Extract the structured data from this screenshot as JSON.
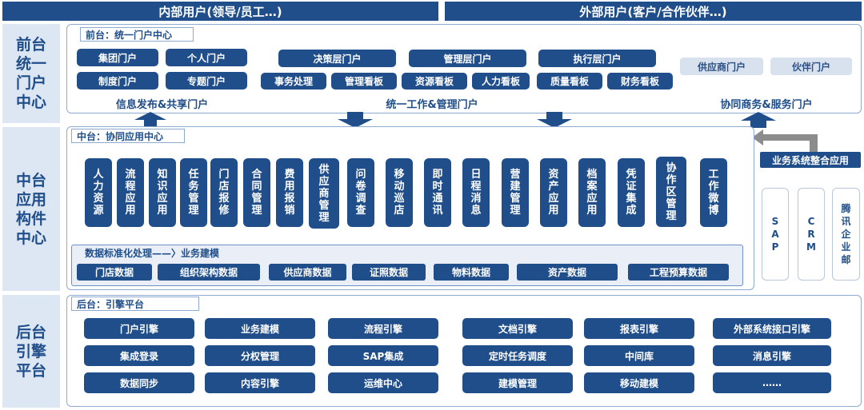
{
  "top": {
    "internal": "内部用户(领导/员工…)",
    "external": "外部用户(客户/合作伙伴…)"
  },
  "front": {
    "side_label": "前台统一门户中心",
    "tag": "前台：统一门户中心",
    "left_buttons": [
      "集团门户",
      "个人门户",
      "制度门户",
      "专题门户"
    ],
    "left_caption": "信息发布&共享门户",
    "mid_top": [
      "决策层门户",
      "管理层门户",
      "执行层门户"
    ],
    "mid_bottom": [
      "事务处理",
      "管理看板",
      "资源看板",
      "人力看板",
      "质量看板",
      "财务看板"
    ],
    "mid_caption": "统一工作&管理门户",
    "right_buttons": [
      "供应商门户",
      "伙伴门户"
    ],
    "right_caption": "协同商务&服务门户"
  },
  "middle": {
    "side_label": "中台应用构件中心",
    "tag": "中台：协同应用中心",
    "apps": [
      "人力资源",
      "流程应用",
      "知识应用",
      "任务管理",
      "门店报修",
      "合同管理",
      "费用报销",
      "供应商管理",
      "问卷调查",
      "移动巡店",
      "即时通讯",
      "日程消息",
      "营建管理",
      "资产应用",
      "档案应用",
      "凭证集成",
      "协作区管理",
      "工作微博"
    ],
    "data_title": "数据标准化处理——〉业务建模",
    "data_items": [
      "门店数据",
      "组织架构数据",
      "供应商数据",
      "证照数据",
      "物料数据",
      "资产数据",
      "工程预算数据"
    ]
  },
  "integration": {
    "title": "业务系统整合应用",
    "systems": [
      "SAP",
      "CRM",
      "腾讯企业邮"
    ]
  },
  "back": {
    "side_label": "后台引擎平台",
    "tag": "后台：引擎平台",
    "rows": [
      [
        "门户引擎",
        "业务建模",
        "流程引擎",
        "文档引擎",
        "报表引擎",
        "外部系统接口引擎"
      ],
      [
        "集成登录",
        "分权管理",
        "SAP集成",
        "定时任务调度",
        "中间库",
        "消息引擎"
      ],
      [
        "数据同步",
        "内容引擎",
        "运维中心",
        "建模管理",
        "移动建模",
        "……"
      ]
    ]
  },
  "colors": {
    "primary": "#1f4e8a",
    "side_bg": "#dde6f3",
    "light_btn": "#d8e1ee",
    "border": "#8eaad3"
  }
}
